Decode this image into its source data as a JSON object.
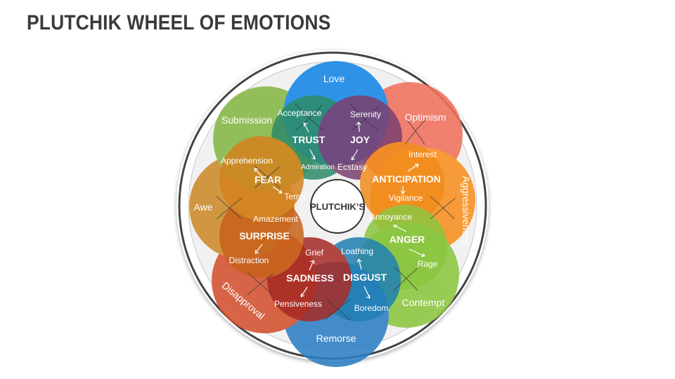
{
  "title": "PLUTCHIK WHEEL OF EMOTIONS",
  "center_label": "PLUTCHIK’S",
  "colors": {
    "joy": "#7b3f6e",
    "trust": "#2e8b67",
    "fear": "#d4821e",
    "surprise": "#c7621a",
    "sadness": "#a52a24",
    "disgust": "#1f7fb3",
    "anger": "#8cc63f",
    "anticipation": "#f28c1c",
    "love": "#1487e6",
    "submission": "#85b845",
    "awe": "#cd8a2a",
    "disapproval": "#d3502d",
    "remorse": "#2d7fc4",
    "contempt": "#8cc63f",
    "aggressiveness": "#f7901e",
    "optimism": "#f0705c"
  },
  "petals": {
    "love": "Love",
    "optimism": "Optimism",
    "aggressiveness": "Aggressiveness",
    "contempt": "Contempt",
    "remorse": "Remorse",
    "disapproval": "Disapproval",
    "awe": "Awe",
    "submission": "Submission"
  },
  "emotions": {
    "trust": {
      "core": "TRUST",
      "mild": "Acceptance",
      "intense": "Admiration"
    },
    "joy": {
      "core": "JOY",
      "mild": "Serenity",
      "intense": "Ecstasy"
    },
    "anticipation": {
      "core": "ANTICIPATION",
      "mild": "Interest",
      "intense": "Vigilance"
    },
    "anger": {
      "core": "ANGER",
      "mild": "Annoyance",
      "intense": "Rage"
    },
    "disgust": {
      "core": "DISGUST",
      "mild": "Boredom",
      "intense": "Loathing"
    },
    "sadness": {
      "core": "SADNESS",
      "mild": "Pensiveness",
      "intense": "Grief"
    },
    "surprise": {
      "core": "SURPRISE",
      "mild": "Distraction",
      "intense": "Amazement"
    },
    "fear": {
      "core": "FEAR",
      "mild": "Apprehension",
      "intense": "Terror"
    }
  }
}
